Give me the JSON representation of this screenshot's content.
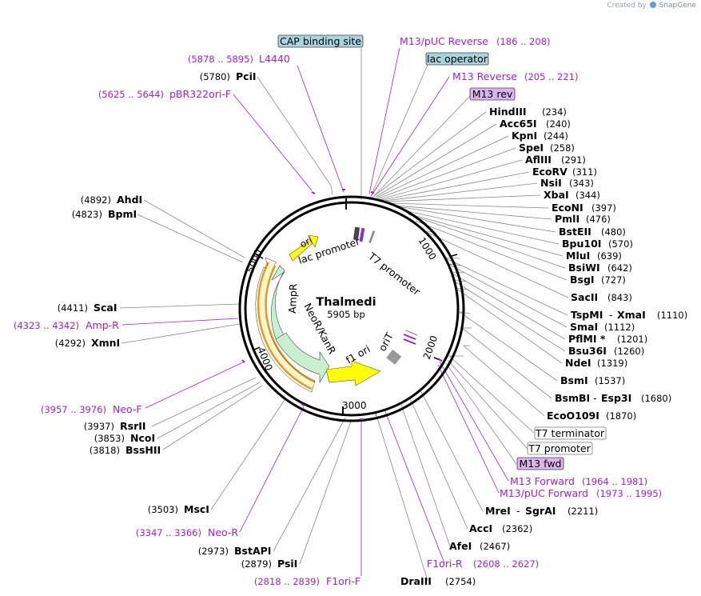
{
  "credit": {
    "prefix": "Created by",
    "brand": "SnapGene"
  },
  "plasmid": {
    "name": "Thalmedi",
    "size": "5905 bp"
  },
  "colors": {
    "primer": "#a020d0",
    "enzyme": "#000000",
    "feature_box": "#a9d4de",
    "primer_box": "#dcb3f0"
  },
  "ticks": [
    "1000",
    "2000",
    "3000",
    "4000",
    "5000"
  ],
  "inner_labels": {
    "ori": "ori",
    "lac_promoter": "lac promoter",
    "t7_promoter": "T7 promoter",
    "ampr": "AmpR",
    "neor": "NeoR/KanR",
    "f1ori": "f1 ori",
    "orit": "oriT"
  },
  "top_labels": {
    "cap": "CAP binding site",
    "m13puc_rev": "M13/pUC Reverse",
    "m13puc_rev_range": "(186 .. 208)",
    "lac_operator": "lac operator",
    "m13_reverse": "M13 Reverse",
    "m13_reverse_range": "(205 .. 221)",
    "m13_rev": "M13 rev",
    "l4440": "L4440",
    "l4440_range": "(5878 .. 5895)",
    "pcii": "PciI",
    "pcii_pos": "(5780)",
    "pbr": "pBR322ori-F",
    "pbr_range": "(5625 .. 5644)"
  },
  "right_sites": [
    {
      "name": "HindIII",
      "pos": "(234)"
    },
    {
      "name": "Acc65I",
      "pos": "(240)"
    },
    {
      "name": "KpnI",
      "pos": "(244)"
    },
    {
      "name": "SpeI",
      "pos": "(258)"
    },
    {
      "name": "AflIII",
      "pos": "(291)"
    },
    {
      "name": "EcoRV",
      "pos": "(311)"
    },
    {
      "name": "NsiI",
      "pos": "(343)"
    },
    {
      "name": "XbaI",
      "pos": "(344)"
    },
    {
      "name": "EcoNI",
      "pos": "(397)"
    },
    {
      "name": "PmlI",
      "pos": "(476)"
    },
    {
      "name": "BstEII",
      "pos": "(480)"
    },
    {
      "name": "Bpu10I",
      "pos": "(570)"
    },
    {
      "name": "MluI",
      "pos": "(639)"
    },
    {
      "name": "BsiWI",
      "pos": "(642)"
    },
    {
      "name": "BsgI",
      "pos": "(727)"
    },
    {
      "name": "SacII",
      "pos": "(843)"
    },
    {
      "name": "TspMI",
      "name2": "XmaI",
      "pos": "(1110)"
    },
    {
      "name": "SmaI",
      "pos": "(1112)"
    },
    {
      "name": "PflMI *",
      "pos": "(1201)"
    },
    {
      "name": "Bsu36I",
      "pos": "(1260)"
    },
    {
      "name": "NdeI",
      "pos": "(1319)"
    },
    {
      "name": "BsmI",
      "pos": "(1537)"
    },
    {
      "name": "BsmBI",
      "name2": "Esp3I",
      "pos": "(1680)"
    },
    {
      "name": "EcoO109I",
      "pos": "(1870)"
    }
  ],
  "right_boxes": {
    "t7_terminator": "T7 terminator",
    "t7_promoter": "T7 promoter",
    "m13_fwd": "M13 fwd"
  },
  "right_primers": [
    {
      "name": "M13 Forward",
      "range": "(1964 .. 1981)"
    },
    {
      "name": "M13/pUC Forward",
      "range": "(1973 .. 1995)"
    }
  ],
  "bottom_right_sites": [
    {
      "name": "MreI",
      "name2": "SgrAI",
      "pos": "(2211)"
    },
    {
      "name": "AccI",
      "pos": "(2362)"
    },
    {
      "name": "AfeI",
      "pos": "(2467)"
    }
  ],
  "f1ori_r": {
    "name": "F1ori-R",
    "range": "(2608 .. 2627)"
  },
  "draiii": {
    "name": "DraIII",
    "pos": "(2754)"
  },
  "f1ori_f": {
    "name": "F1ori-F",
    "range": "(2818 .. 2839)"
  },
  "left_sites": [
    {
      "name": "AhdI",
      "pos": "(4892)"
    },
    {
      "name": "BpmI",
      "pos": "(4823)"
    },
    {
      "name": "ScaI",
      "pos": "(4411)"
    },
    {
      "name": "XmnI",
      "pos": "(4292)"
    },
    {
      "name": "RsrII",
      "pos": "(3937)"
    },
    {
      "name": "NcoI",
      "pos": "(3853)"
    },
    {
      "name": "BssHII",
      "pos": "(3818)"
    },
    {
      "name": "MscI",
      "pos": "(3503)"
    },
    {
      "name": "BstAPI",
      "pos": "(2973)"
    },
    {
      "name": "PsiI",
      "pos": "(2879)"
    }
  ],
  "left_primers": {
    "amp_r": {
      "name": "Amp-R",
      "range": "(4323 .. 4342)"
    },
    "neo_f": {
      "name": "Neo-F",
      "range": "(3957 .. 3976)"
    },
    "neo_r": {
      "name": "Neo-R",
      "range": "(3347 .. 3366)"
    }
  }
}
